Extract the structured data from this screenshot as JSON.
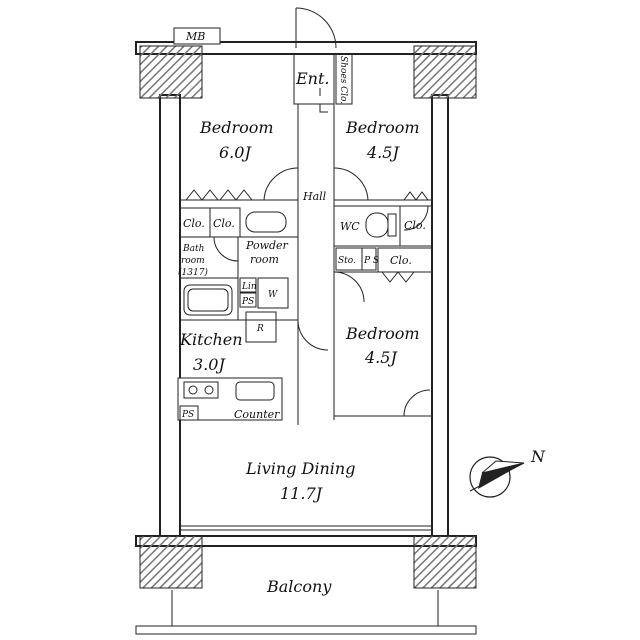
{
  "rooms": {
    "mb": "MB",
    "entrance": "Ent.",
    "shoes_closet": "Shoes Clo.",
    "bedroom_1": {
      "name": "Bedroom",
      "size": "6.0J"
    },
    "bedroom_2": {
      "name": "Bedroom",
      "size": "4.5J"
    },
    "bedroom_3": {
      "name": "Bedroom",
      "size": "4.5J"
    },
    "hall": "Hall",
    "closet_a": "Clo.",
    "closet_b": "Clo.",
    "closet_c": "Clo.",
    "closet_d": "Clo.",
    "wc": "WC",
    "storage": "Sto.",
    "ps_top": "P S",
    "bath": "Bath room (1317)",
    "bath_line1": "Bath",
    "bath_line2": "room",
    "bath_line3": "(1317)",
    "powder_line1": "Powder",
    "powder_line2": "room",
    "laundry": "Lin",
    "ps_small": "PS",
    "washer": "W",
    "refrigerator": "R",
    "kitchen": {
      "name": "Kitchen",
      "size": "3.0J"
    },
    "ps_kitchen": "PS",
    "counter": "Counter",
    "living": {
      "name": "Living Dining",
      "size": "11.7J"
    },
    "balcony": "Balcony"
  },
  "compass": {
    "label": "N",
    "icon": "compass-north-arrow-icon"
  }
}
